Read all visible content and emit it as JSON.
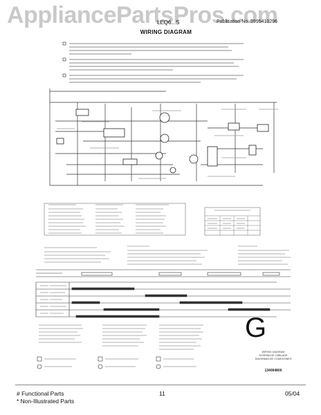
{
  "watermark": "AppliancePartsPros.com",
  "header": {
    "model": "LEQ6...S",
    "publication": "Publication No. 5995410296",
    "title": "WIRING DIAGRAM"
  },
  "diagram_part_number": "134064800",
  "wiring_diagram_labels": [
    "WIRING DIAGRAM",
    "SCHÉMA DE CÂBLAGE",
    "DIAGRAMA DE CONEXIONES"
  ],
  "big_letter": "G",
  "footer": {
    "functional_parts": "# Functional Parts",
    "non_illustrated": "* Non-Illustrated Parts",
    "page": "11",
    "date": "05/04"
  }
}
